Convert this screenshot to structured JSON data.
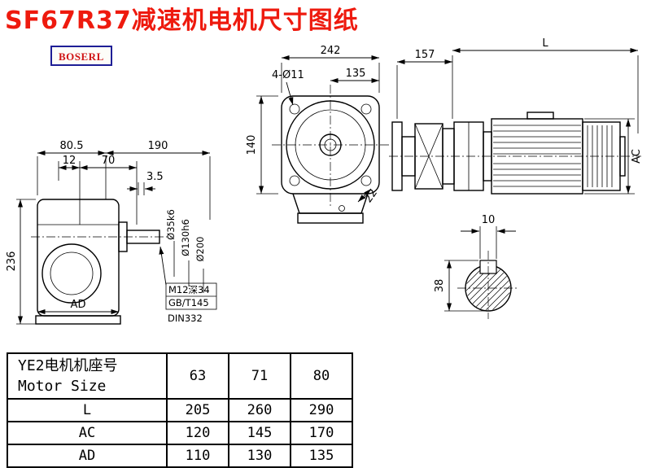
{
  "page": {
    "title": "SF67R37减速机电机尺寸图纸",
    "logo_text": "BOSERL"
  },
  "colors": {
    "title_red": "#ee1a0e",
    "logo_border": "#1e1e96",
    "logo_text_red": "#d01414"
  },
  "drawing": {
    "front_view": {
      "dim_width": "242",
      "dim_half_width": "135",
      "bolt_holes": "4-Ø11",
      "dim_height": "140",
      "dim_angle": "22"
    },
    "motor_assembly_view": {
      "dim_adapter": "157",
      "dim_motor_length": "L",
      "dim_motor_diameter": "AC"
    },
    "left_side_view": {
      "dim_80_5": "80.5",
      "dim_190": "190",
      "dim_12": "12",
      "dim_70": "70",
      "dim_3_5": "3.5",
      "dim_height": "236",
      "dim_ad": "AD",
      "dia_shaft": "Ø35k6",
      "dia_spigot": "Ø130h6",
      "dia_flange": "Ø200",
      "tap_note_line1": "M12深34",
      "tap_note_line2": "GB/T145",
      "tap_note_line3": "DIN332"
    },
    "shaft_section_view": {
      "dim_key_width": "10",
      "dim_shaft_height": "38"
    }
  },
  "table": {
    "header": {
      "line1_cn": "YE2电机机座号",
      "line2_en": "Motor Size"
    },
    "size_columns": [
      "63",
      "71",
      "80"
    ],
    "rows": [
      {
        "label": "L",
        "values": [
          "205",
          "260",
          "290"
        ]
      },
      {
        "label": "AC",
        "values": [
          "120",
          "145",
          "170"
        ]
      },
      {
        "label": "AD",
        "values": [
          "110",
          "130",
          "135"
        ]
      }
    ]
  }
}
